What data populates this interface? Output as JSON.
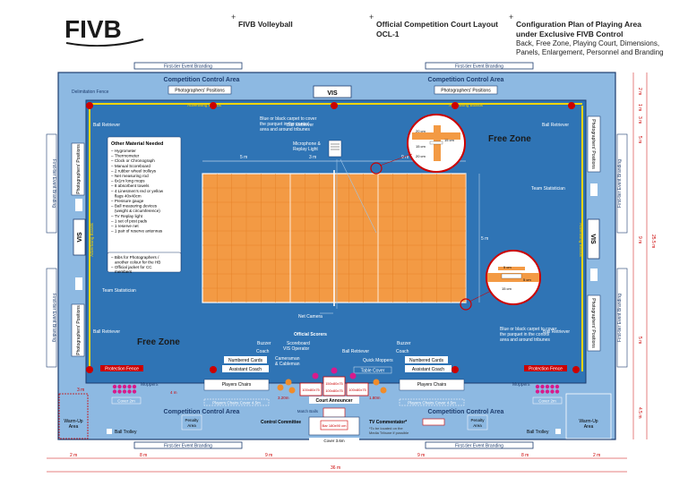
{
  "header": {
    "logo_text": "FIVB",
    "col1_title": "FIVB Volleyball",
    "col2_title": "Official Competition Court Layout",
    "col2_sub": "OCL-1",
    "col3_title": "Configuration Plan of Playing Area",
    "col3_title2": "under Exclusive FIVB Control",
    "col3_line1": "Back, Free Zone, Playing Court, Dimensions,",
    "col3_line2": "Panels, Enlargement, Personnel and Branding"
  },
  "labels": {
    "first_tier": "First-tier Event Branding",
    "competition_control": "Competition Control Area",
    "photographers": "Photographers' Positions",
    "vis": "VIS",
    "delimitation_fence": "Delimitation Fence",
    "advertising_boards": "Advertising Boards",
    "ball_retriever": "Ball Retriever",
    "free_zone": "Free Zone",
    "team_statistician": "Team Statistician",
    "carpet_note": [
      "Blue  or black carpet to cover",
      "the parquet in the control",
      "area and around tribunes"
    ],
    "microphone": [
      "Microphone &",
      "Replay Light"
    ],
    "net_camera": "Net Camera",
    "official_scorers": "Official Scorers",
    "buzzer": "Buzzer",
    "coach": "Coach",
    "scoreboard_vis": [
      "Scoreboard",
      "VIS Operator"
    ],
    "numbered_cards": "Numbered Cards",
    "assistant_coach": "Assistant Coach",
    "cameraman": [
      "Cameraman",
      "& Cableman"
    ],
    "quick_moppers": "Quick Moppers",
    "table_cover": "Table Cover",
    "players_chairs": "Players Chairs",
    "players_chairs_cover": "Players Chairs Cover 4.5m",
    "moppers": "Moppers",
    "cover_2m": "Cover 2m",
    "protection_fence": "Protection Fence",
    "court_announcer": "Court Announcer",
    "match_balls": "Match Balls",
    "warm_up": [
      "Warm-Up",
      "Area"
    ],
    "penalty": [
      "Penalty",
      "Area"
    ],
    "ball_trolley": "Ball Trolley",
    "control_committee": "Control Committee",
    "tv_commentator": "TV Commentator*",
    "tv_note": [
      "*To be located on the",
      "Media Tribune if possible"
    ],
    "cover_36": "Cover 3.6m",
    "cover_bar": "Bar 180x90 cm",
    "table_size_a": "100x80x75",
    "table_size_b": "150x80x75"
  },
  "material": {
    "title": "Other Material Needed",
    "items": [
      "Hygrometer",
      "Thermometer",
      "Clock or Chronograph",
      "Manual Scoreboard",
      "2 rubber wheel trolleys",
      "Net measuring rod",
      "6x1m long mops",
      "8 absorbent towels",
      "4 Linesmen's red or yellow flags 40x40cm",
      "Pressure gauge",
      "Ball measuring devices (weight & circumference)",
      "TV Replay light",
      "1 set of post pads",
      "1 reserve net",
      "1 pair of reserve antennas"
    ],
    "extras": [
      "Bibs for Photographers / another colour for the HB",
      "Official jacket for CC members"
    ]
  },
  "dimensions": {
    "top_5m": "5 m",
    "top_3m": "3 m",
    "top_9m": "9 m",
    "bottom_2m": "2 m",
    "bottom_8m": "8 m",
    "bottom_9m": "9 m",
    "bottom_36m": "36 m",
    "right_2m": "2 m",
    "right_1m": "1 m",
    "right_3m": "3 m",
    "right_5m": "5 m",
    "right_9m": "9 m",
    "right_255m": "25.5 m",
    "right_45m": "4.5 m",
    "left_3m": "3 m",
    "side_5m": "5 m",
    "small_4m": "4 m",
    "small_18m": "1.80m",
    "small_32m": "3.20m",
    "zoom": [
      "20 cm",
      "15 cm",
      "15 cm",
      "20 cm",
      "5 cm",
      "5 cm",
      "15 cm"
    ]
  },
  "colors": {
    "border": "#6fa8dc",
    "floor": "#2f74b5",
    "court": "#f39a44",
    "dark": "#1d3c6e",
    "red": "#cc0000",
    "magenta": "#d81b8c",
    "orange_dot": "#f08c2a"
  }
}
